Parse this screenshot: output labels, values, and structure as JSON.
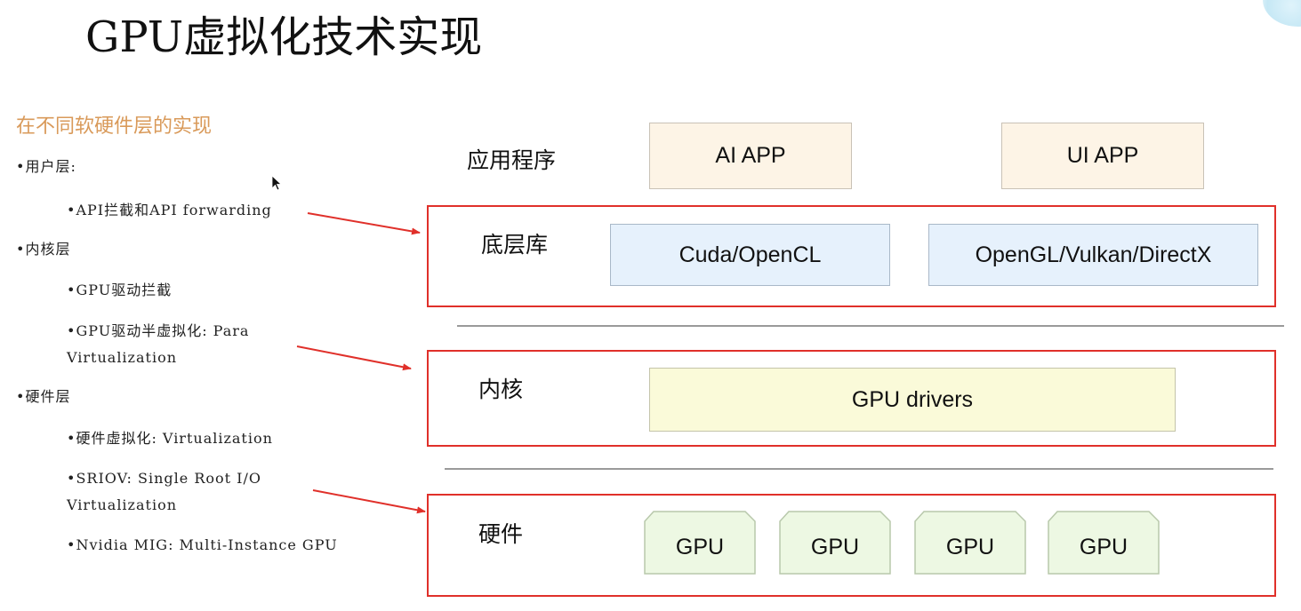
{
  "title": "GPU虚拟化技术实现",
  "left_panel": {
    "heading": "在不同软硬件层的实现",
    "items": [
      {
        "level": 1,
        "text": "•用户层:"
      },
      {
        "level": 2,
        "text": "•API拦截和API forwarding"
      },
      {
        "level": 1,
        "text": "•内核层"
      },
      {
        "level": 2,
        "text": "•GPU驱动拦截"
      },
      {
        "level": 2,
        "text": "•GPU驱动半虚拟化: Para"
      },
      {
        "level": 2,
        "text": "Virtualization"
      },
      {
        "level": 1,
        "text": "•硬件层"
      },
      {
        "level": 2,
        "text": "•硬件虚拟化: Virtualization"
      },
      {
        "level": 2,
        "text": "•SRIOV: Single Root I/O"
      },
      {
        "level": 2,
        "text": "Virtualization"
      },
      {
        "level": 2,
        "text": "•Nvidia MIG: Multi-Instance GPU"
      }
    ]
  },
  "diagram": {
    "app_layer": {
      "label": "应用程序",
      "boxes": [
        "AI APP",
        "UI APP"
      ]
    },
    "lib_layer": {
      "label": "底层库",
      "boxes": [
        "Cuda/OpenCL",
        "OpenGL/Vulkan/DirectX"
      ]
    },
    "kernel_layer": {
      "label": "内核",
      "boxes": [
        "GPU drivers"
      ]
    },
    "hardware_layer": {
      "label": "硬件",
      "boxes": [
        "GPU",
        "GPU",
        "GPU",
        "GPU"
      ]
    }
  },
  "colors": {
    "highlight_frame": "#e0302a",
    "arrow": "#e0302a",
    "subtitle": "#d99a5a",
    "app_box": "#fdf4e6",
    "lib_box": "#e6f1fc",
    "driver_box": "#fafad9",
    "gpu_box": "#edf8e3"
  },
  "icons": [
    "mouse-cursor-icon"
  ]
}
